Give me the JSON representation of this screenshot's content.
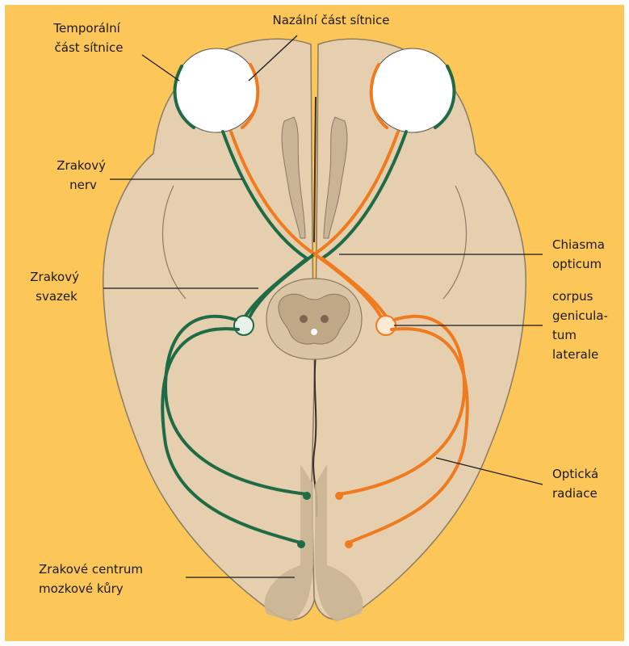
{
  "colors": {
    "background": "#fcc659",
    "brain": "#e5cfae",
    "brain_outline": "#8a7a66",
    "cortex_gray": "#c9b595",
    "temporal_fibers": "#1e6b46",
    "nasal_fibers": "#f07a1e",
    "eye": "#ffffff"
  },
  "labels": {
    "temporal_retina": [
      "Temporální",
      "část sítnice"
    ],
    "nasal_retina": [
      "Nazální část sítnice"
    ],
    "optic_nerve": [
      "Zrakový",
      "nerv"
    ],
    "optic_tract": [
      "Zrakový",
      "svazek"
    ],
    "optic_chiasm": [
      "Chiasma",
      "opticum"
    ],
    "lgn": [
      "corpus",
      "genicula-",
      "tum",
      "laterale"
    ],
    "optic_radiation": [
      "Optická",
      "radiace"
    ],
    "visual_cortex": [
      "Zrakové centrum",
      "mozkové kůry"
    ]
  }
}
